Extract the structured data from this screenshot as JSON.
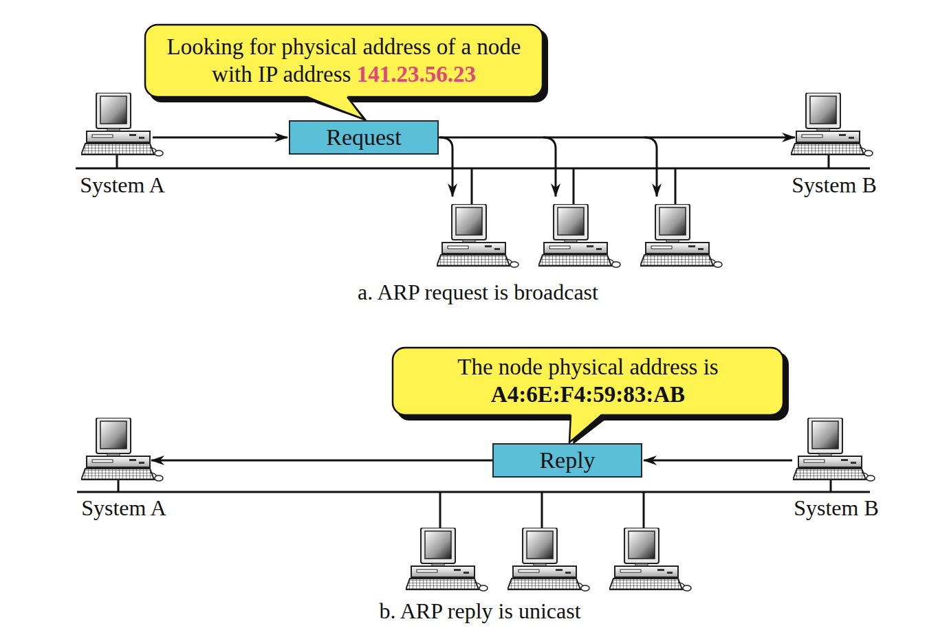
{
  "diagram": {
    "nodes": [
      {
        "text": [
          "Looking for physical address of a node with IP address",
          "141.23.56.23"
        ]
      },
      {
        "text": [
          "Request"
        ]
      },
      {
        "text": [
          "The node physical address is",
          "A4:6E:F4:59:83:AB"
        ]
      },
      {
        "text": [
          "Reply"
        ]
      }
    ],
    "labels": [
      "System A",
      "System B",
      "a. ARP request is broadcast",
      "System A",
      "System B",
      "b. ARP reply is unicast"
    ]
  }
}
